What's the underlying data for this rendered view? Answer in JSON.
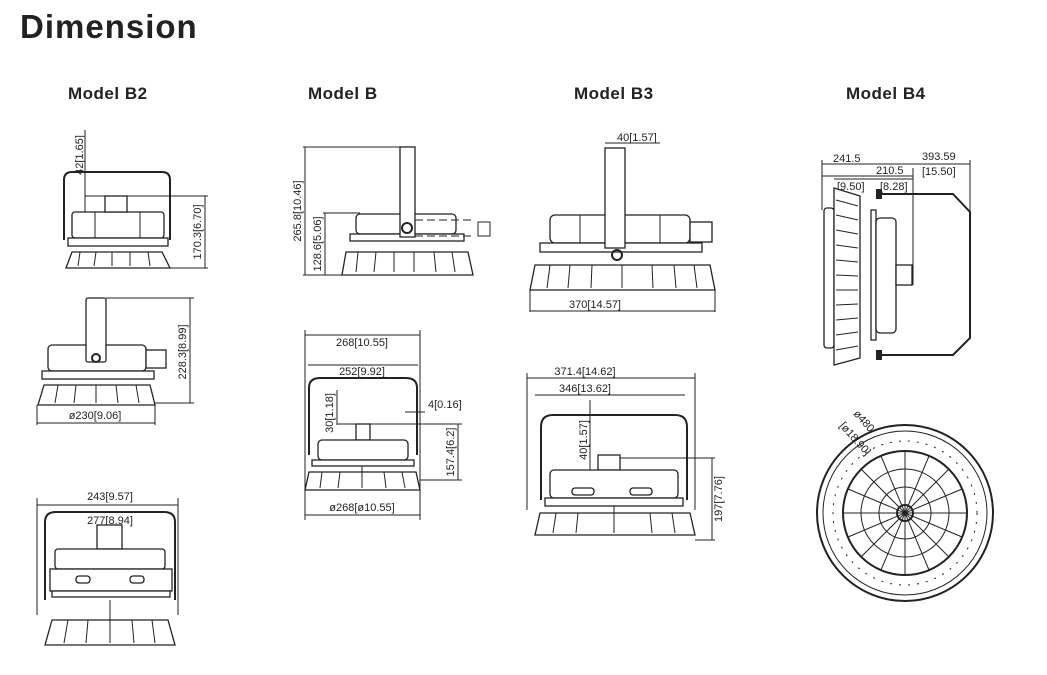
{
  "title": "Dimension",
  "models": [
    {
      "name": "Model B2",
      "dims": [
        "42[1.65]",
        "170.3[6.70]",
        "228.3[8.99]",
        "ø230[9.06]",
        "243[9.57]",
        "277[8.94]"
      ]
    },
    {
      "name": "Model B",
      "dims": [
        "265.8[10.46]",
        "128.6[5.06]",
        "268[10.55]",
        "252[9.92]",
        "30[1.18]",
        "4[0.16]",
        "157.4[6.2]",
        "ø268[ø10.55]"
      ]
    },
    {
      "name": "Model B3",
      "dims": [
        "40[1.57]",
        "370[14.57]",
        "371.4[14.62]",
        "346[13.62]",
        "40[1.57]",
        "197[7.76]"
      ]
    },
    {
      "name": "Model B4",
      "dims": [
        "241.5",
        "393.59",
        "[15.50]",
        "210.5",
        "[9.50]",
        "[8.28]",
        "ø480",
        "[ø18.90]"
      ]
    }
  ]
}
